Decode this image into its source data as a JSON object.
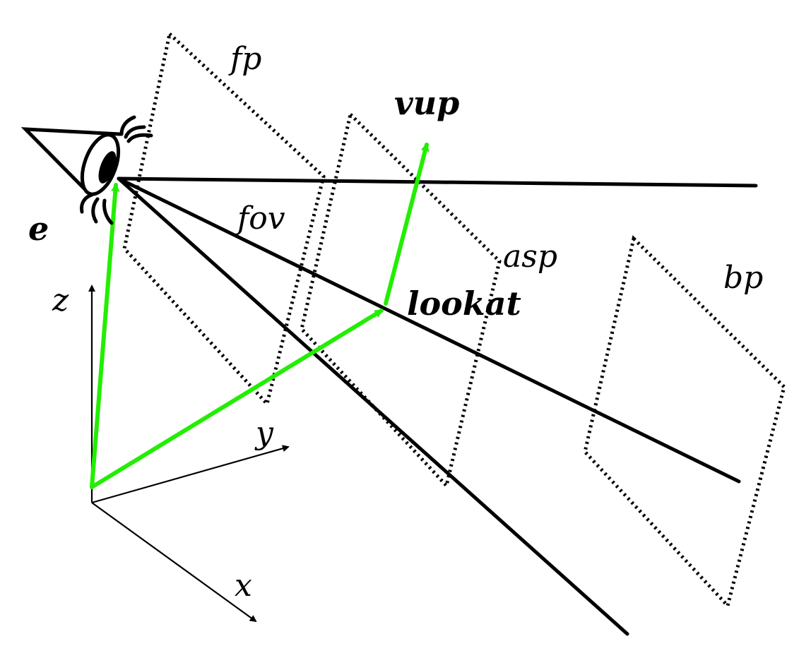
{
  "labels": {
    "fp": "fp",
    "vup": "vup",
    "e": "e",
    "fov": "fov",
    "asp": "asp",
    "bp": "bp",
    "lookat": "lookat",
    "z": "z",
    "y": "y",
    "x": "x"
  },
  "colors": {
    "vector": "#22ee00",
    "line": "#000000",
    "background": "#ffffff"
  },
  "icons": {
    "eye": "eye-icon"
  }
}
